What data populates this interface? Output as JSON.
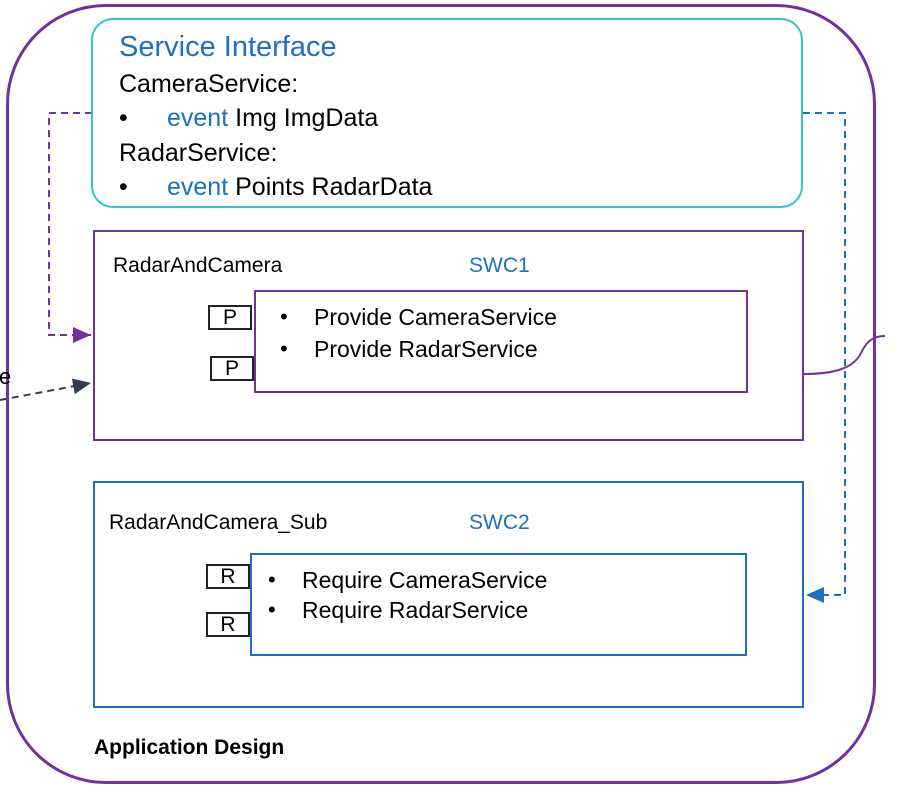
{
  "service_interface": {
    "title": "Service Interface",
    "camera_service_label": "CameraService:",
    "camera_event": {
      "bullet": "•",
      "keyword": "event",
      "text": "Img  ImgData"
    },
    "radar_service_label": "RadarService:",
    "radar_event": {
      "bullet": "•",
      "keyword": "event",
      "text": "Points RadarData"
    }
  },
  "swc1": {
    "name": "RadarAndCamera",
    "tag": "SWC1",
    "ports": [
      "P",
      "P"
    ],
    "items": [
      {
        "bullet": "•",
        "text": "Provide CameraService"
      },
      {
        "bullet": "•",
        "text": "Provide RadarService"
      }
    ]
  },
  "swc2": {
    "name": "RadarAndCamera_Sub",
    "tag": "SWC2",
    "ports": [
      "R",
      "R"
    ],
    "items": [
      {
        "bullet": "•",
        "text": "Require CameraService"
      },
      {
        "bullet": "•",
        "text": "Require RadarService"
      }
    ]
  },
  "left_cutoff_text": "e",
  "footer_label": "Application Design",
  "colors": {
    "purple": "#7030a0",
    "blue": "#1f6fc1",
    "teal": "#33c3cc",
    "dark_arrow": "#2f3f55"
  }
}
